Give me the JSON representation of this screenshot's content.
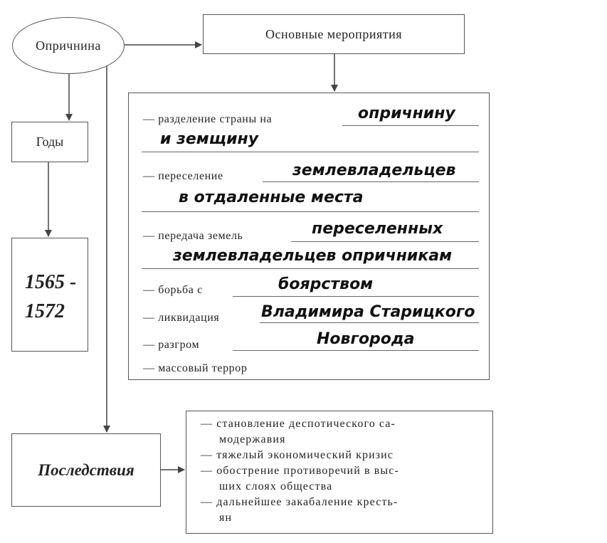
{
  "root": {
    "label": "Опричнина"
  },
  "header": {
    "label": "Основные мероприятия"
  },
  "years": {
    "label": "Годы",
    "value_line1": "1565 -",
    "value_line2": "1572"
  },
  "results": {
    "label": "Последствия"
  },
  "measures": [
    {
      "prefix": "— разделение страны на",
      "fill1": "опричнину",
      "fill2": "и земщину"
    },
    {
      "prefix": "— переселение",
      "fill1": "землевладельцев",
      "fill2": "в отдаленные места"
    },
    {
      "prefix": "— передача земель",
      "fill1": "переселенных",
      "fill2": "землевладельцев опричникам"
    },
    {
      "prefix": "— борьба с",
      "fill1": "боярством"
    },
    {
      "prefix": "— ликвидация",
      "fill1": "Владимира Старицкого"
    },
    {
      "prefix": "— разгром",
      "fill1": "Новгорода"
    },
    {
      "prefix": "— массовый террор"
    }
  ],
  "consequences": [
    "— становление деспотического са-",
    "модержавия",
    "— тяжелый экономический кризис",
    "— обострение противоречий в выс-",
    "ших слоях общества",
    "— дальнейшее закабаление кресть-",
    "ян"
  ]
}
